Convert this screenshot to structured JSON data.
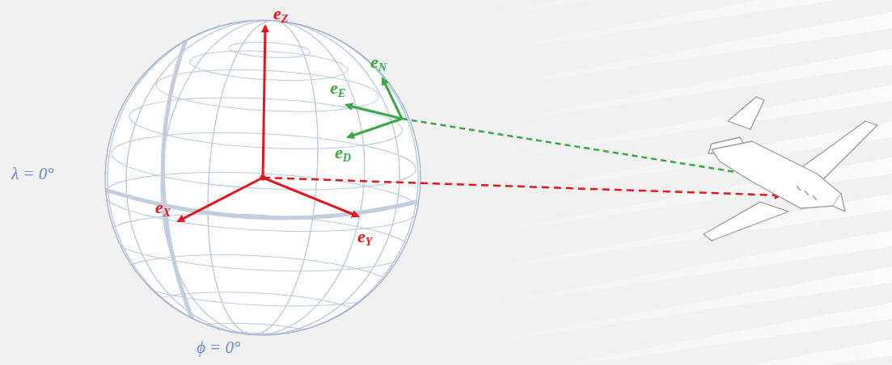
{
  "diagram": {
    "labels": [
      "eZ",
      "eN",
      "eE",
      "eD",
      "λ = 0°",
      "eX",
      "eY",
      "ϕ = 0°"
    ]
  }
}
